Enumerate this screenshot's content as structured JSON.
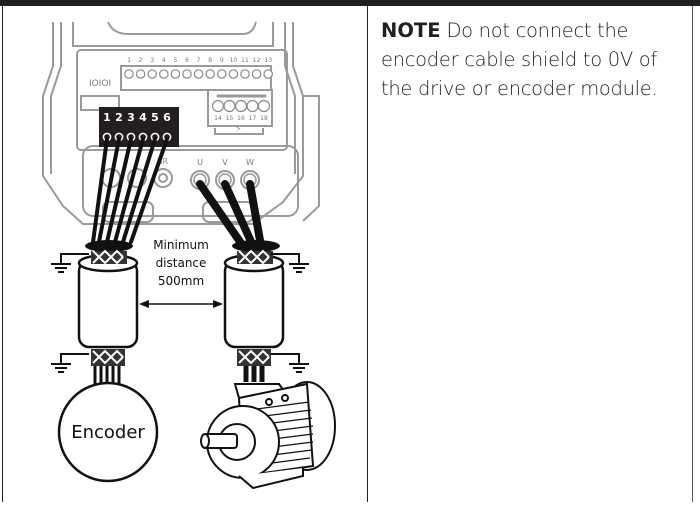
{
  "note": {
    "label": "NOTE",
    "text": "Do not connect the encoder cable shield to 0V of the drive or encoder module."
  },
  "diagram": {
    "control_terminal_numbers": [
      "1",
      "2",
      "3",
      "4",
      "5",
      "6",
      "7",
      "8",
      "9",
      "10",
      "11",
      "12",
      "13"
    ],
    "relay_terminal_numbers": [
      "14",
      "15",
      "16",
      "17",
      "18"
    ],
    "encoder_terminal_numbers": [
      "1",
      "2",
      "3",
      "4",
      "5",
      "6"
    ],
    "comms_label": "IOIOI",
    "power_terminal_labels": [
      "U",
      "V",
      "W"
    ],
    "brake_label": "BR",
    "distance_label_line1": "Minimum",
    "distance_label_line2": "distance",
    "distance_label_line3": "500mm",
    "encoder_label": "Encoder",
    "colors": {
      "ink": "#231f20",
      "drive_outline": "#9a9a9a",
      "background": "#ffffff"
    }
  }
}
